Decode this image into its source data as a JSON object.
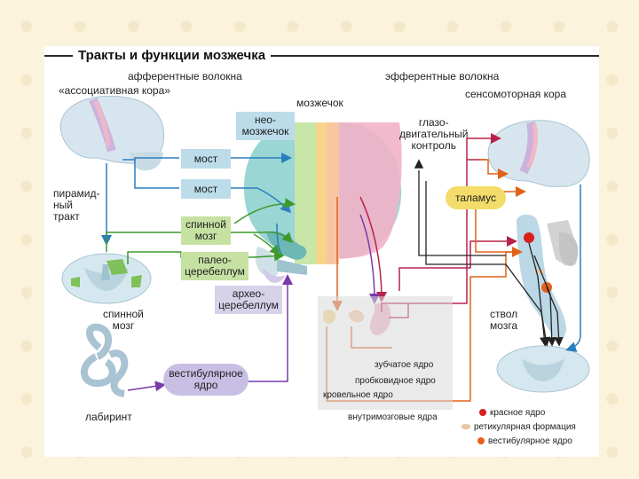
{
  "title": "Тракты и функции мозжечка",
  "labels": {
    "afferent": "афферентные волокна",
    "efferent": "эфферентные волокна",
    "assoc_cortex": "«ассоциативная кора»",
    "cerebellum": "мозжечок",
    "sensorimotor_cortex": "сенсомоторная кора",
    "oculomotor": [
      "глазо-",
      "двигательный",
      "контроль"
    ],
    "thalamus": "таламус",
    "pyramidal": [
      "пирамид-",
      "ный",
      "тракт"
    ],
    "spinal_cord_left": [
      "спинной",
      "мозг"
    ],
    "brainstem": [
      "ствол",
      "мозга"
    ],
    "labyrinth": "лабиринт"
  },
  "boxes": {
    "neo": [
      "нео-",
      "мозжечок"
    ],
    "pons1": "мост",
    "pons2": "мост",
    "spinal": [
      "спинной",
      "мозг"
    ],
    "paleo": [
      "палео-",
      "церебеллум"
    ],
    "archi": [
      "архео-",
      "церебеллум"
    ],
    "vestibular": [
      "вестибулярное",
      "ядро"
    ]
  },
  "nuclei": {
    "dentate": "зубчатое ядро",
    "emboliform": "пробковидное ядро",
    "fastigial": "кровельное ядро",
    "intracerebellar": "внутримозговые ядра"
  },
  "legend": [
    {
      "label": "красное ядро",
      "color": "#d8201c",
      "shape": "dot"
    },
    {
      "label": "ретикулярная формация",
      "color": "#e8c8a8",
      "shape": "oval"
    },
    {
      "label": "вестибулярное ядро",
      "color": "#e8601c",
      "shape": "dot"
    }
  ],
  "colors": {
    "blue_path": "#2a7ec0",
    "green_path": "#3c9a2c",
    "purple_path": "#7a3aa8",
    "efferent_red": "#b8224a",
    "efferent_orange": "#e0621a",
    "dark_path": "#222222"
  }
}
